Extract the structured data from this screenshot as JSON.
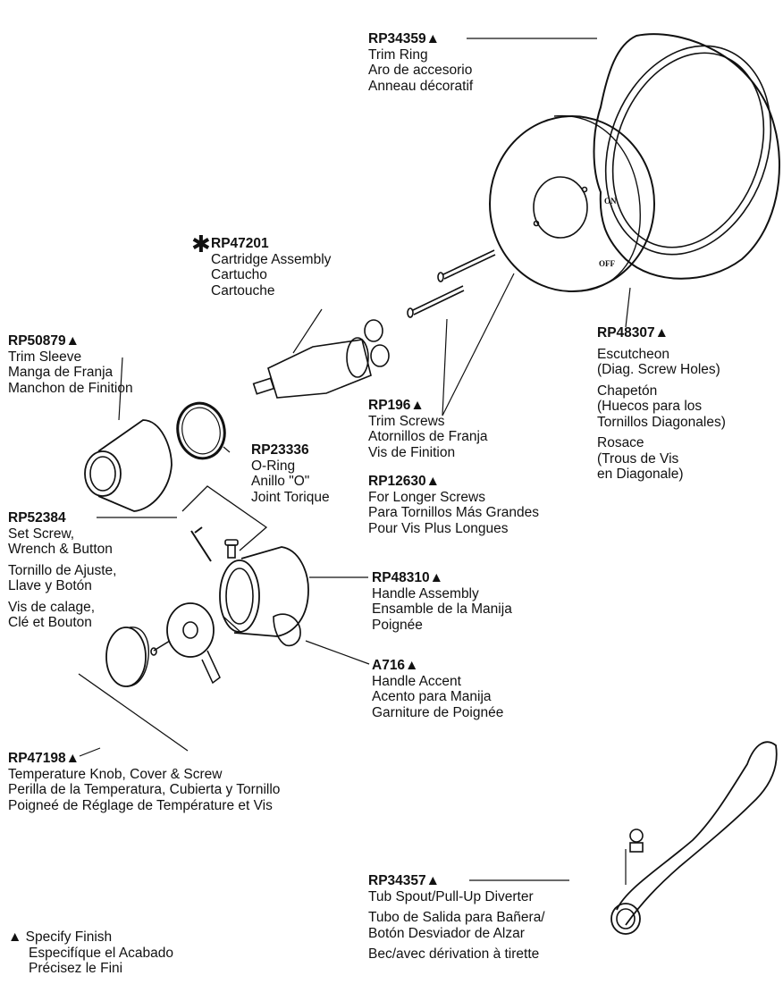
{
  "parts": {
    "rp34359": {
      "pn": "RP34359▲",
      "lines": [
        "Trim Ring",
        "Aro de accesorio",
        "Anneau décoratif"
      ]
    },
    "rp47201": {
      "pn": "RP47201",
      "lines": [
        "Cartridge Assembly",
        "Cartucho",
        "Cartouche"
      ]
    },
    "rp50879": {
      "pn": "RP50879▲",
      "lines": [
        "Trim Sleeve",
        "Manga de Franja",
        "Manchon de Finition"
      ]
    },
    "rp48307": {
      "pn": "RP48307▲",
      "lines": [
        "Escutcheon",
        "(Diag. Screw Holes)",
        "Chapetón",
        "(Huecos para los",
        "Tornillos Diagonales)",
        "Rosace",
        "(Trous de Vis",
        "en Diagonale)"
      ]
    },
    "rp196": {
      "pn": "RP196▲",
      "lines": [
        "Trim Screws",
        "Atornillos de Franja",
        "Vis de Finition"
      ]
    },
    "rp12630": {
      "pn": "RP12630▲",
      "lines": [
        "For Longer Screws",
        "Para Tornillos Más Grandes",
        "Pour Vis Plus Longues"
      ]
    },
    "rp23336": {
      "pn": "RP23336",
      "lines": [
        "O-Ring",
        "Anillo \"O\"",
        "Joint Torique"
      ]
    },
    "rp52384": {
      "pn": "RP52384",
      "lines": [
        "Set Screw,",
        "Wrench & Button",
        "Tornillo de Ajuste,",
        "Llave y Botón",
        "Vis de calage,",
        "Clé et Bouton"
      ]
    },
    "rp48310": {
      "pn": "RP48310▲",
      "lines": [
        "Handle Assembly",
        "Ensamble de la Manija",
        "Poignée"
      ]
    },
    "a716": {
      "pn": "A716▲",
      "lines": [
        "Handle Accent",
        "Acento para Manija",
        "Garniture de Poignée"
      ]
    },
    "rp47198": {
      "pn": "RP47198▲",
      "lines": [
        "Temperature Knob, Cover & Screw",
        "Perilla de la Temperatura, Cubierta y Tornillo",
        "Poigneé de Réglage de Température et Vis"
      ]
    },
    "rp34357": {
      "pn": "RP34357▲",
      "lines": [
        "Tub Spout/Pull-Up Diverter",
        "Tubo de Salida para Bañera/",
        "Botón Desviador de Alzar",
        "Bec/avec dérivation à tirette"
      ]
    }
  },
  "legend": {
    "symbol": "▲",
    "lines": [
      "Specify Finish",
      "Especifíque el Acabado",
      "Précisez le Fini"
    ]
  },
  "escutcheon_marks": {
    "on": "ON",
    "off": "OFF"
  },
  "star": "✱"
}
